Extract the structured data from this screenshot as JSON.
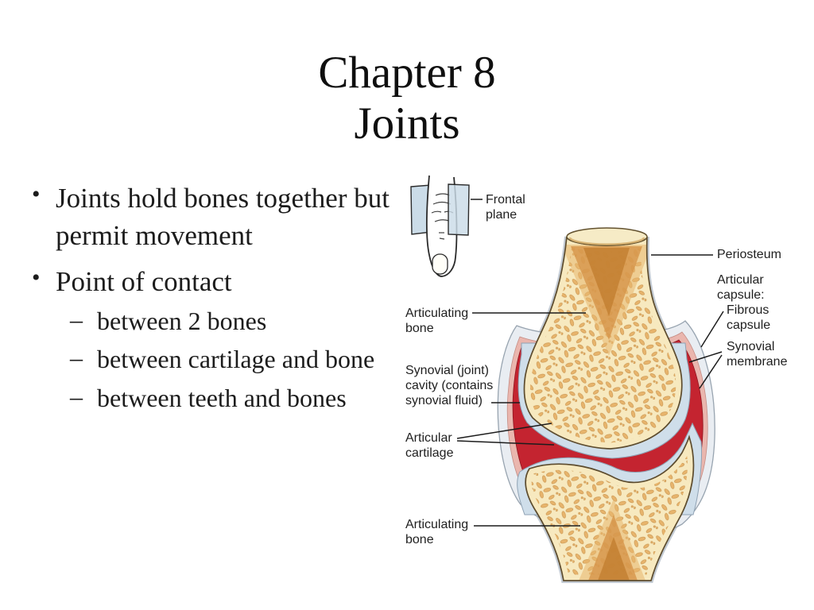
{
  "slide": {
    "title_lines": [
      "Chapter 8",
      "Joints"
    ],
    "bullets": [
      {
        "marker": "•",
        "text": "Joints hold bones together but permit movement"
      },
      {
        "marker": "•",
        "text": "Point of contact"
      }
    ],
    "sub_bullets": [
      {
        "marker": "–",
        "text": "between 2 bones"
      },
      {
        "marker": "–",
        "text": "between cartilage and bone"
      },
      {
        "marker": "–",
        "text": "between teeth and bones"
      }
    ]
  },
  "figure": {
    "labels": {
      "frontal_plane": [
        "Frontal",
        "plane"
      ],
      "periosteum": [
        "Periosteum"
      ],
      "articular_capsule": [
        "Articular",
        "capsule:"
      ],
      "fibrous_capsule": [
        "Fibrous",
        "capsule"
      ],
      "synovial_membrane": [
        "Synovial",
        "membrane"
      ],
      "articulating_bone_top": [
        "Articulating",
        "bone"
      ],
      "synovial_cavity": [
        "Synovial (joint)",
        "cavity (contains",
        "synovial fluid)"
      ],
      "articular_cartilage": [
        "Articular",
        "cartilage"
      ],
      "articulating_bone_bottom": [
        "Articulating",
        "bone"
      ]
    },
    "colors": {
      "bone_fill": "#F7E9BF",
      "bone_speckle": "#DFA75D",
      "bone_marrow_v": "#C07C2E",
      "articular_cartilage_blue": "#CFDEEA",
      "synovial_cavity_red": "#C42430",
      "synovial_membrane_pink": "#EAB6AE",
      "capsule_gray": "#E9EDF2",
      "frontal_plane_blue": "#CBDCE8"
    }
  }
}
